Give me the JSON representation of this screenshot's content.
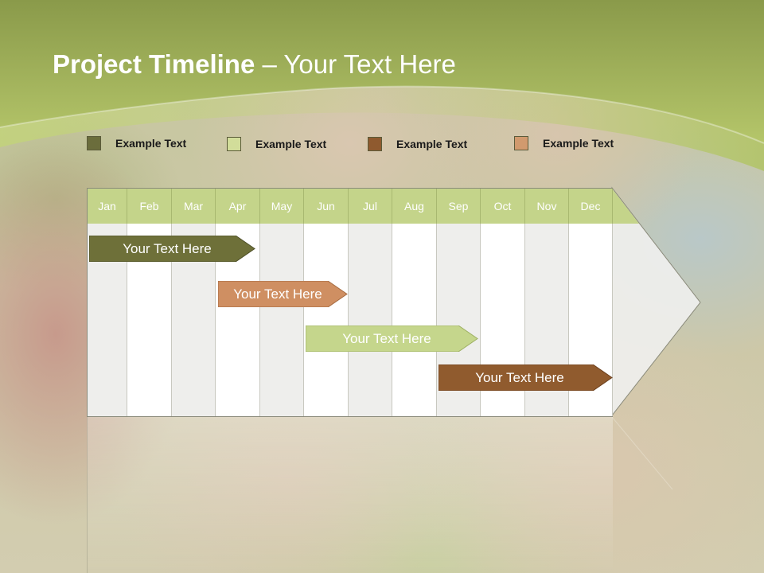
{
  "slide": {
    "title_bold": "Project Timeline",
    "title_rest": " – Your Text Here"
  },
  "legend": [
    {
      "label": "Example Text",
      "color": "#6b6d3c"
    },
    {
      "label": "Example Text",
      "color": "#d2dd9a"
    },
    {
      "label": "Example Text",
      "color": "#8f5a2f"
    },
    {
      "label": "Example Text",
      "color": "#d19a6e"
    }
  ],
  "months": [
    "Jan",
    "Feb",
    "Mar",
    "Apr",
    "May",
    "Jun",
    "Jul",
    "Aug",
    "Sep",
    "Oct",
    "Nov",
    "Dec"
  ],
  "tasks": [
    {
      "label": "Your  Text Here",
      "color": "#6e7039",
      "text_color": "#ffffff"
    },
    {
      "label": "Your  Text Here",
      "color": "#cf8f62",
      "text_color": "#ffffff"
    },
    {
      "label": "Your  Text Here",
      "color": "#c5d68c",
      "text_color": "#ffffff"
    },
    {
      "label": "Your  Text Here",
      "color": "#905b2e",
      "text_color": "#ffffff"
    }
  ],
  "colors": {
    "header_green": "#9fb453",
    "month_header": "#c4d48a"
  }
}
